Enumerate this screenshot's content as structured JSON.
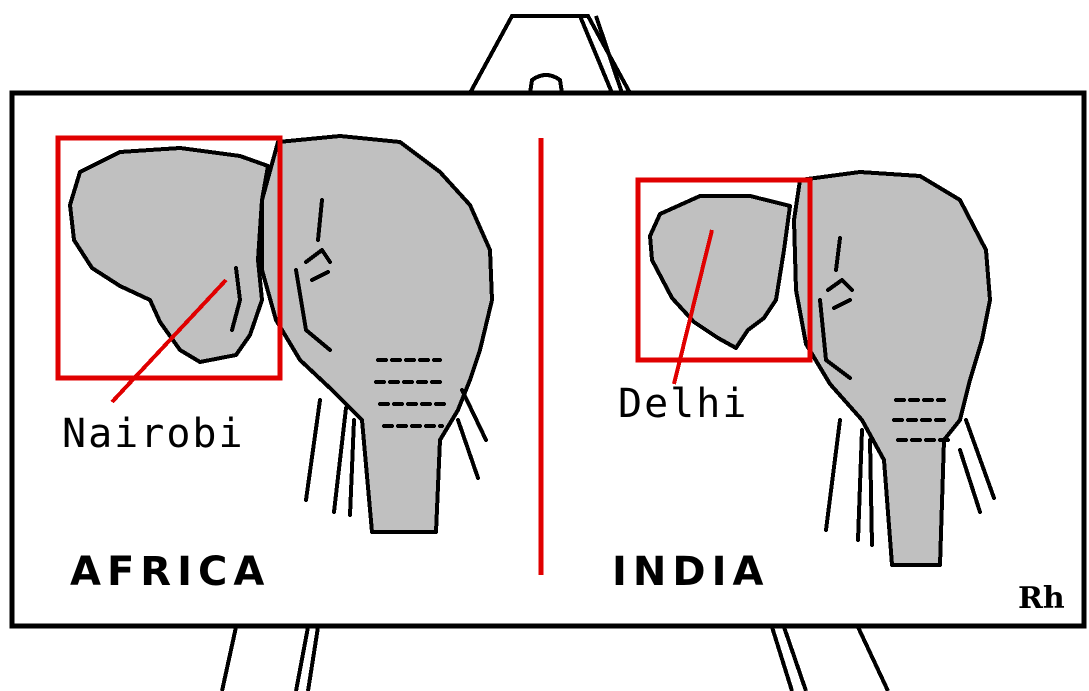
{
  "scene": {
    "left_panel": {
      "city_label": "Nairobi",
      "region_label": "AFRICA"
    },
    "right_panel": {
      "city_label": "Delhi",
      "region_label": "INDIA"
    },
    "signature": "Rh"
  },
  "colors": {
    "board_fill": "#ffffff",
    "board_border": "#000000",
    "elephant_fill": "#c0c0c0",
    "highlight_red": "#e00000"
  }
}
